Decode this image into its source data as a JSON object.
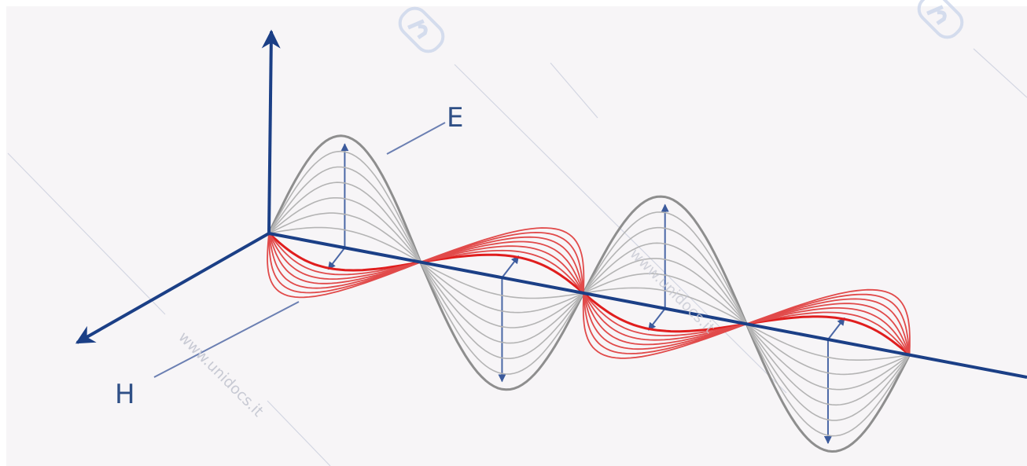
{
  "labels": {
    "electric_field": "E",
    "magnetic_field": "H"
  },
  "watermark": {
    "text": "www.unidocs.it"
  },
  "colors": {
    "background": "#f7f5f7",
    "e_field": "#8e8e8e",
    "e_field_inner": "#b4b4b4",
    "h_field": "#e01e1e",
    "h_field_inner": "#e14a4a",
    "axis": "#1b3f86",
    "vector": "#4a67a6",
    "watermark": "#d3d6e2"
  }
}
